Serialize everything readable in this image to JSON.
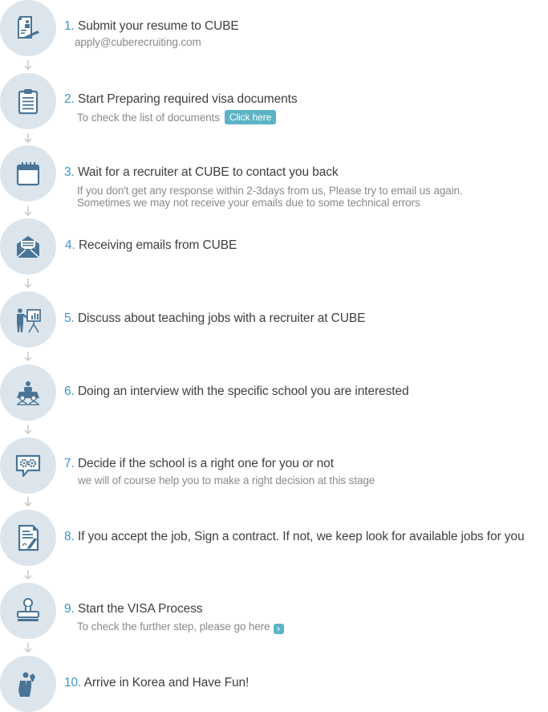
{
  "colors": {
    "circle_bg": "#dde5ec",
    "icon": "#4a7596",
    "number": "#3a98c8",
    "title": "#3f3f3f",
    "desc": "#8a8a8a",
    "button": "#5cb3c6",
    "arrow": "#c8c8c8"
  },
  "steps": [
    {
      "number": "1.",
      "title": "Submit your resume to CUBE",
      "icon": "resume-icon",
      "desc": "apply@cuberecruiting.com"
    },
    {
      "number": "2.",
      "title": "Start Preparing required visa documents",
      "icon": "clipboard-icon",
      "desc": "To check the list of documents",
      "button_label": "Click here"
    },
    {
      "number": "3.",
      "title": "Wait for a recruiter at CUBE to contact you back",
      "icon": "calendar-icon",
      "desc_line1": "If you don't get any response within 2-3days from us, Please try to email us again.",
      "desc_line2": "Sometimes we may not receive your emails due to some technical errors"
    },
    {
      "number": "4.",
      "title": "Receiving emails from CUBE",
      "icon": "envelope-icon"
    },
    {
      "number": "5.",
      "title": "Discuss about teaching jobs with a recruiter at CUBE",
      "icon": "presentation-icon"
    },
    {
      "number": "6.",
      "title": "Doing an interview with the specific school you are interested",
      "icon": "interview-icon"
    },
    {
      "number": "7.",
      "title": "Decide if the school is a right one for you or not",
      "icon": "gears-chat-icon",
      "desc": "we will of course help you to make a right decision at this stage"
    },
    {
      "number": "8.",
      "title": "If you accept the job, Sign a contract. If not, we keep look for available jobs for you",
      "icon": "contract-icon"
    },
    {
      "number": "9.",
      "title": "Start the VISA Process",
      "icon": "stamp-icon",
      "desc": "To check the further step, please go here",
      "go_label": "›"
    },
    {
      "number": "10.",
      "title": "Arrive in Korea and Have Fun!",
      "icon": "businessman-icon"
    }
  ]
}
